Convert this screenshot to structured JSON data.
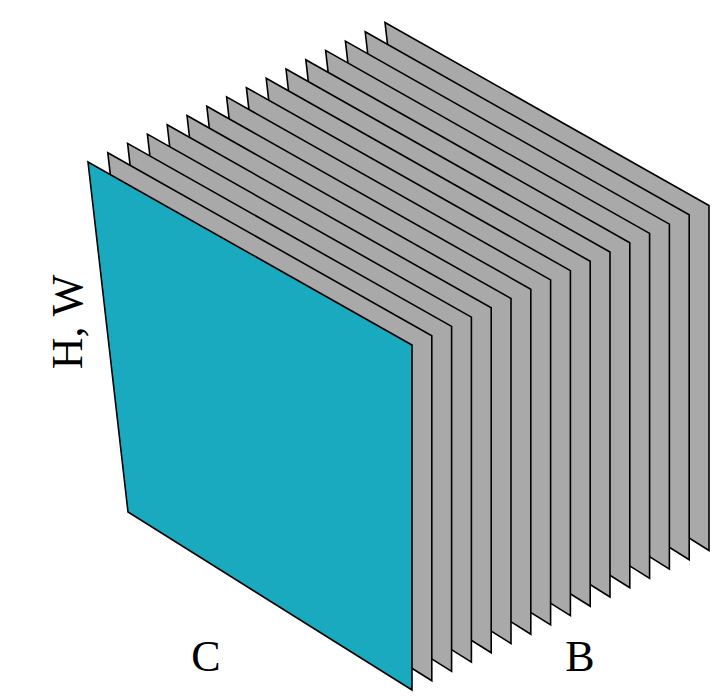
{
  "diagram": {
    "labels": [
      "H, W",
      "C",
      "B"
    ]
  }
}
